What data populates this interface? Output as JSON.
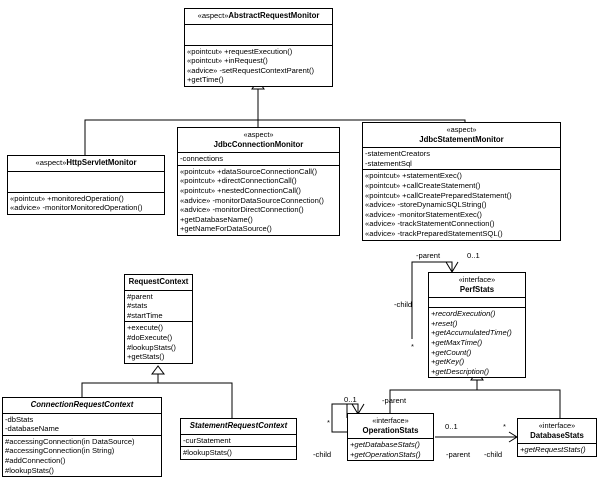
{
  "classes": {
    "abstract_request_monitor": {
      "stereotype": "«aspect»",
      "name": "AbstractRequestMonitor",
      "attributes": [],
      "operations": [
        "«pointcut» +requestExecution()",
        "«pointcut» +inRequest()",
        "«advice» -setRequestContextParent()",
        "+getTime()"
      ]
    },
    "http_servlet_monitor": {
      "stereotype": "«aspect»",
      "name": "HttpServletMonitor",
      "attributes": [],
      "operations": [
        "«pointcut» +monitoredOperation()",
        "«advice» -monitorMonitoredOperation()"
      ]
    },
    "jdbc_connection_monitor": {
      "stereotype": "«aspect»",
      "name": "JdbcConnectionMonitor",
      "attributes": [
        "-connections"
      ],
      "operations": [
        "«pointcut» +dataSourceConnectionCall()",
        "«pointcut» +directConnectionCall()",
        "«pointcut» +nestedConnectionCall()",
        "«advice» -monitorDataSourceConnection()",
        "«advice» -monitorDirectConnection()",
        "+getDatabaseName()",
        "+getNameForDataSource()"
      ]
    },
    "jdbc_statement_monitor": {
      "stereotype": "«aspect»",
      "name": "JdbcStatementMonitor",
      "attributes": [
        "-statementCreators",
        "-statementSql"
      ],
      "operations": [
        "«pointcut» +statementExec()",
        "«pointcut» +callCreateStatement()",
        "«pointcut» +callCreatePreparedStatement()",
        "«advice» -storeDynamicSQLString()",
        "«advice» -monitorStatementExec()",
        "«advice» -trackStatementConnection()",
        "«advice» -trackPreparedStatementSQL()"
      ]
    },
    "request_context": {
      "stereotype": "",
      "name": "RequestContext",
      "attributes": [
        "#parent",
        "#stats",
        "#startTime"
      ],
      "operations": [
        "+execute()",
        "#doExecute()",
        "#lookupStats()",
        "+getStats()"
      ]
    },
    "connection_request_context": {
      "stereotype": "",
      "name": "ConnectionRequestContext",
      "attributes": [
        "-dbStats",
        "-databaseName"
      ],
      "operations": [
        "#accessingConnection(in DataSource)",
        "#accessingConnection(in String)",
        "#addConnection()",
        "#lookupStats()"
      ]
    },
    "statement_request_context": {
      "stereotype": "",
      "name": "StatementRequestContext",
      "attributes": [
        "-curStatement"
      ],
      "operations": [
        "#lookupStats()"
      ]
    },
    "perf_stats": {
      "stereotype": "«interface»",
      "name": "PerfStats",
      "attributes": [],
      "operations": [
        "+recordExecution()",
        "+reset()",
        "+getAccumulatedTime()",
        "+getMaxTime()",
        "+getCount()",
        "+getKey()",
        "+getDescription()"
      ]
    },
    "operation_stats": {
      "stereotype": "«interface»",
      "name": "OperationStats",
      "attributes": [],
      "operations": [
        "+getDatabaseStats()",
        "+getOperationStats()"
      ]
    },
    "database_stats": {
      "stereotype": "«interface»",
      "name": "DatabaseStats",
      "attributes": [],
      "operations": [
        "+getRequestStats()"
      ]
    }
  },
  "labels": {
    "perf_parent_role": "-parent",
    "perf_parent_mult": "0..1",
    "perf_child_role": "-child",
    "perf_child_mult": "*",
    "op_self_mult": "0..1",
    "op_self_star": "*",
    "op_child_role": "-child",
    "op_parent_role": "-parent",
    "op_db_mult_one": "0..1",
    "op_db_mult_many": "*",
    "op_db_parent_role": "-parent",
    "db_child_role": "-child"
  }
}
